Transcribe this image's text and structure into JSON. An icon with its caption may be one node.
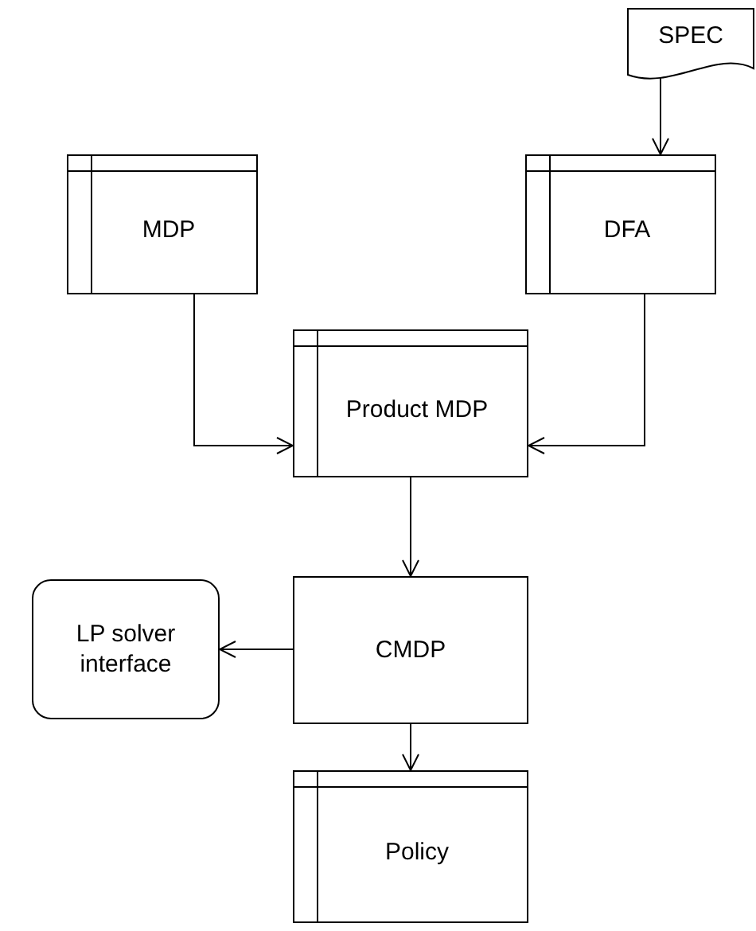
{
  "diagram": {
    "nodes": [
      {
        "text": [
          "SPEC"
        ]
      },
      {
        "text": [
          "MDP"
        ]
      },
      {
        "text": [
          "DFA"
        ]
      },
      {
        "text": [
          "Product MDP"
        ]
      },
      {
        "text": [
          "LP solver interface"
        ]
      },
      {
        "text": [
          "CMDP"
        ]
      },
      {
        "text": [
          "Policy"
        ]
      }
    ],
    "edges": [
      {
        "from": 0,
        "to": 2,
        "arrow": "to"
      },
      {
        "from": 1,
        "to": 3,
        "arrow": "to"
      },
      {
        "from": 2,
        "to": 3,
        "arrow": "to"
      },
      {
        "from": 3,
        "to": 5,
        "arrow": "to"
      },
      {
        "from": 5,
        "to": 4,
        "arrow": "to"
      },
      {
        "from": 5,
        "to": 6,
        "arrow": "to"
      }
    ]
  }
}
